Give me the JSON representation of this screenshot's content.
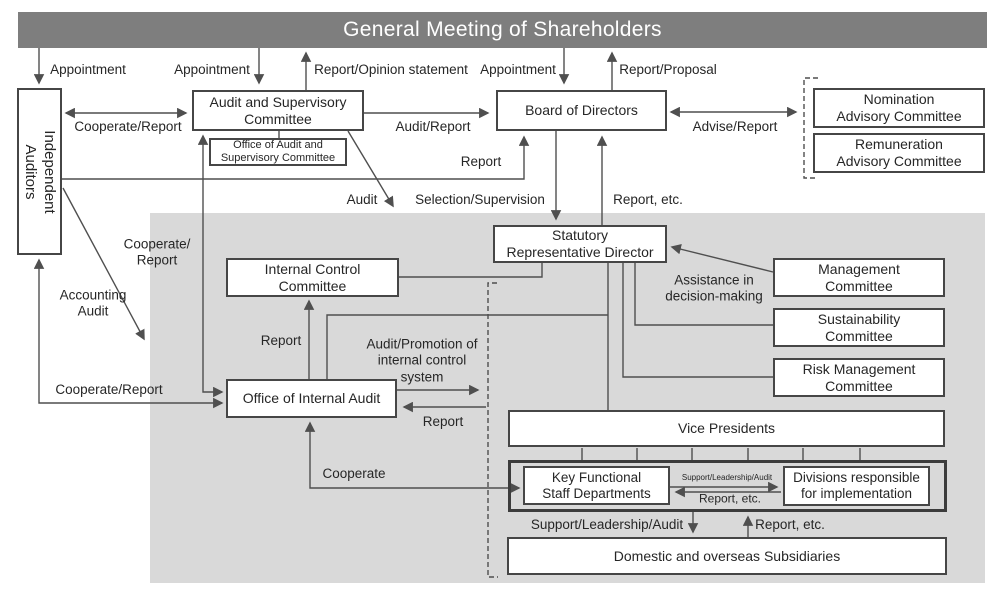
{
  "banner": {
    "title": "General Meeting of Shareholders"
  },
  "boxes": {
    "independent_auditors": "Independent\nAuditors",
    "audit_supervisory_committee": "Audit and Supervisory\nCommittee",
    "office_of_audit_supervisory": "Office of Audit and\nSupervisory Committee",
    "board_of_directors": "Board of Directors",
    "nomination_advisory": "Nomination\nAdvisory Committee",
    "remuneration_advisory": "Remuneration\nAdvisory Committee",
    "statutory_representative_director": "Statutory\nRepresentative Director",
    "management_committee": "Management\nCommittee",
    "sustainability_committee": "Sustainability\nCommittee",
    "risk_management_committee": "Risk Management\nCommittee",
    "internal_control_committee": "Internal Control\nCommittee",
    "office_of_internal_audit": "Office of Internal Audit",
    "vice_presidents": "Vice Presidents",
    "key_functional_staff": "Key Functional\nStaff Departments",
    "divisions_responsible": "Divisions responsible\nfor implementation",
    "subsidiaries": "Domestic and overseas Subsidiaries"
  },
  "edge_labels": {
    "appointment_auditors": "Appointment",
    "appointment_committee": "Appointment",
    "report_opinion_statement": "Report/Opinion statement",
    "appointment_board": "Appointment",
    "report_proposal": "Report/Proposal",
    "cooperate_report_auditors_committee": "Cooperate/Report",
    "audit_report": "Audit/Report",
    "advise_report": "Advise/Report",
    "report_to_board": "Report",
    "audit": "Audit",
    "selection_supervision": "Selection/Supervision",
    "report_etc_to_board": "Report, etc.",
    "cooperate_report_committee_office": "Cooperate/\nReport",
    "accounting_audit": "Accounting\nAudit",
    "assistance_decision_making": "Assistance in\ndecision-making",
    "report_to_internal_control": "Report",
    "audit_promotion": "Audit/Promotion of\ninternal control\nsystem",
    "report_to_office": "Report",
    "cooperate_report_auditors_office": "Cooperate/Report",
    "cooperate": "Cooperate",
    "support_leadership_audit_inner": "Support/Leadership/Audit",
    "report_etc_inner": "Report, etc.",
    "support_leadership_audit_subsidiaries": "Support/Leadership/Audit",
    "report_etc_subsidiaries": "Report, etc."
  },
  "colors": {
    "banner_bg": "#7e7e7e",
    "banner_text": "#ffffff",
    "executive_area_bg": "#d9d9d9",
    "box_border": "#464646",
    "line": "#4f4f4f",
    "text": "#262626"
  }
}
